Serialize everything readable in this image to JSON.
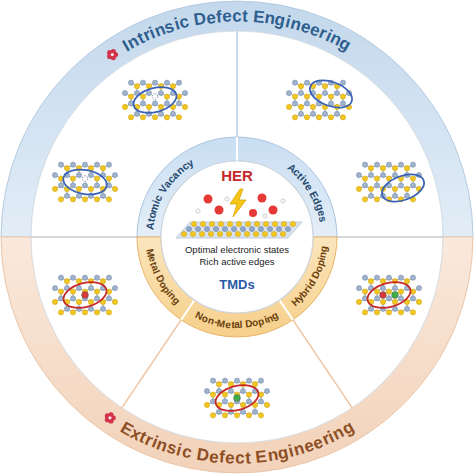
{
  "diagram": {
    "nodes": [
      {
        "text": [
          "Intrinsic Defect Engineering"
        ]
      },
      {
        "text": [
          "Atomic Vacancy"
        ],
        "in": 0
      },
      {
        "text": [
          "Active Edges"
        ],
        "in": 0
      },
      {
        "text": [
          "Extrinsic Defect Engineering"
        ]
      },
      {
        "text": [
          "Metal Doping"
        ],
        "in": 3
      },
      {
        "text": [
          "Non-Metal Doping"
        ],
        "in": 3
      },
      {
        "text": [
          "Hybrid Doping"
        ],
        "in": 3
      },
      {
        "text": [
          "HER",
          "Optimal electronic states",
          "Rich active edges",
          "TMDs"
        ]
      }
    ]
  }
}
